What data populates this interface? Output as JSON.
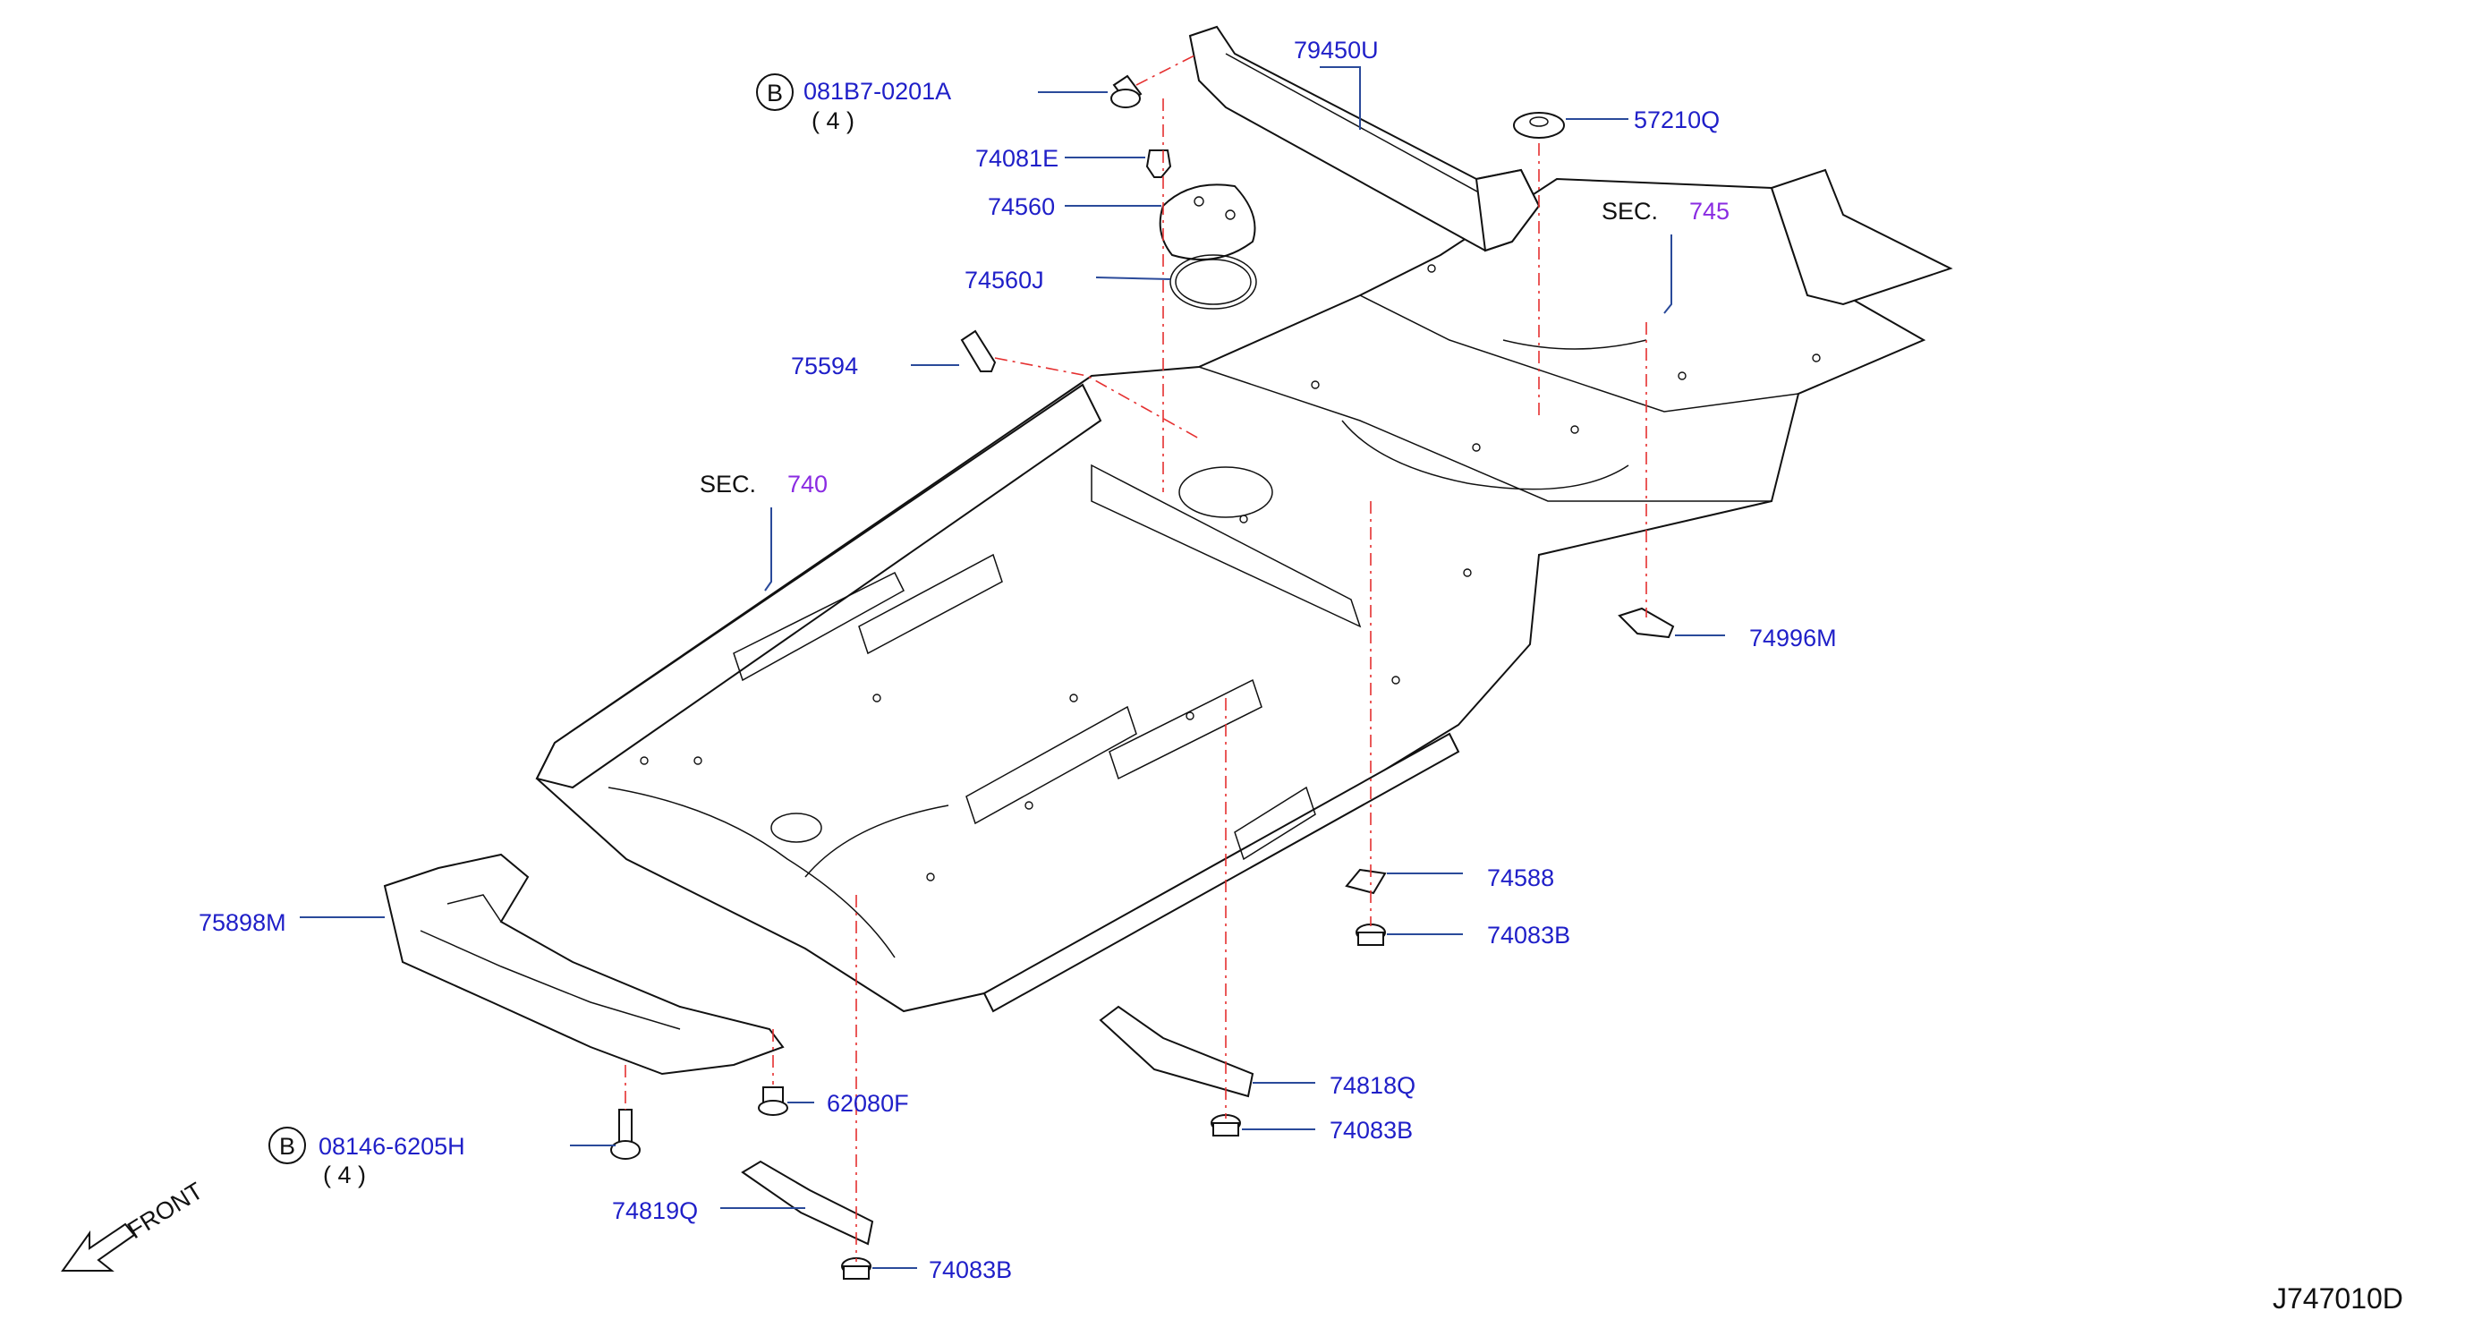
{
  "parts": {
    "p81B7": "081B7-0201A",
    "p81B7_qty": "( 4 )",
    "p79450U": "79450U",
    "p74081E": "74081E",
    "p74560": "74560",
    "p74560J": "74560J",
    "p75594": "75594",
    "p57210Q": "57210Q",
    "sec745_prefix": "SEC.",
    "sec745_num": "745",
    "sec740_prefix": "SEC.",
    "sec740_num": "740",
    "p74996M": "74996M",
    "p74588": "74588",
    "p74083B_a": "74083B",
    "p75898M": "75898M",
    "p62080F": "62080F",
    "p74818Q": "74818Q",
    "p74083B_b": "74083B",
    "p08146": "08146-6205H",
    "p08146_qty": "( 4 )",
    "p74819Q": "74819Q",
    "p74083B_c": "74083B",
    "b_marker_1": "B",
    "b_marker_2": "B"
  },
  "front_label": "FRONT",
  "diagram_ref": "J747010D",
  "colors": {
    "part_number": "#1f1fc8",
    "section_number": "#8a2be2",
    "centerline": "#e53030",
    "leader": "#2a4a9a"
  }
}
